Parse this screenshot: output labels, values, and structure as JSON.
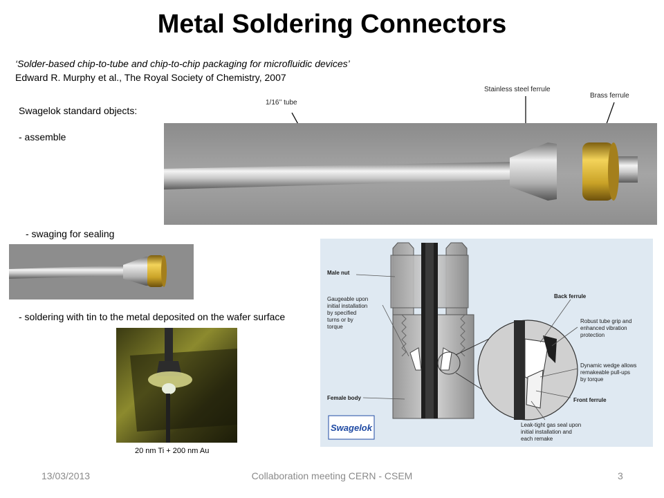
{
  "slide": {
    "title": "Metal Soldering Connectors",
    "citation_title": "‘Solder-based chip-to-tube and chip-to-chip packaging for microfluidic devices’",
    "citation_authors": "Edward R. Murphy et al., The Royal Society of Chemistry, 2007",
    "intro": "Swagelok standard objects:",
    "step_assemble": "- assemble",
    "step_swaging": "- swaging for sealing",
    "step_soldering": "- soldering with tin to the metal deposited on the wafer surface"
  },
  "photo_labels": {
    "tube": "1/16’’ tube",
    "stainless_ferrule": "Stainless steel ferrule",
    "brass_ferrule": "Brass ferrule",
    "deposit": "20 nm Ti + 200 nm Au"
  },
  "diagram": {
    "male_nut": "Male nut",
    "gaugeable_1": "Gaugeable upon",
    "gaugeable_2": "initial installation",
    "gaugeable_3": "by specified",
    "gaugeable_4": "turns or by",
    "gaugeable_5": "torque",
    "female_body": "Female body",
    "back_ferrule": "Back ferrule",
    "robust_1": "Robust tube grip and",
    "robust_2": "enhanced vibration",
    "robust_3": "protection",
    "wedge_1": "Dynamic wedge allows",
    "wedge_2": "remakeable pull-ups",
    "wedge_3": "by torque",
    "front_ferrule": "Front ferrule",
    "leak_1": "Leak-tight gas seal upon",
    "leak_2": "initial installation and",
    "leak_3": "each remake",
    "logo": "Swagelok"
  },
  "footer": {
    "date": "13/03/2013",
    "meeting": "Collaboration meeting CERN - CSEM",
    "page": "3"
  },
  "colors": {
    "diagram_bg": "#dfe9f2",
    "brass": "#c9a227",
    "steel": "#b8bcc2",
    "footer_text": "#8a8a8a"
  }
}
